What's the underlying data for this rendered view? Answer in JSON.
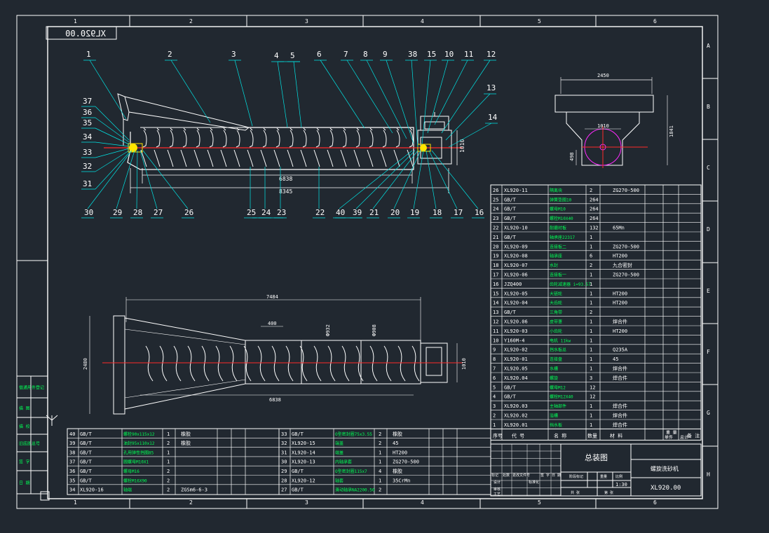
{
  "drawing_number": "XL920.00",
  "drawing_title": "总装图",
  "machine_name": "螺旋洗砂机",
  "scale": "1:30",
  "zone_columns": [
    "1",
    "2",
    "3",
    "4",
    "5",
    "6"
  ],
  "zone_rows": [
    "A",
    "B",
    "C",
    "D",
    "E",
    "F",
    "G",
    "H"
  ],
  "side_view": {
    "balloons_top": [
      "1",
      "2",
      "3",
      "4",
      "5",
      "6",
      "7",
      "8",
      "9",
      "38",
      "15",
      "10",
      "11",
      "12",
      "13",
      "14"
    ],
    "balloons_left": [
      "37",
      "36",
      "35",
      "34",
      "33",
      "32",
      "31"
    ],
    "balloons_bottom": [
      "30",
      "29",
      "28",
      "27",
      "26",
      "25",
      "24",
      "23",
      "22",
      "40",
      "39",
      "21",
      "20",
      "19",
      "18",
      "17",
      "16"
    ],
    "dim_inner": "6838",
    "dim_overall": "8345",
    "dim_height": "1010"
  },
  "end_view": {
    "dim_width": "2450",
    "dim_dia": "1010",
    "dim_height": "1841",
    "dim_small": "498"
  },
  "plan_view": {
    "dim_length": "7484",
    "dim_pitch": "400",
    "dim_a": "Ф932",
    "dim_b": "Ф908",
    "dim_width": "2480",
    "dim_lower": "6838",
    "dim_right": "1010"
  },
  "bom_right": {
    "rows": [
      [
        "26",
        "XL920-11",
        "隔离块",
        "2",
        "ZG270-500",
        ""
      ],
      [
        "25",
        "GB/T",
        "弹簧垫圈10",
        "264",
        "",
        ""
      ],
      [
        "24",
        "GB/T",
        "螺母M10",
        "264",
        "",
        ""
      ],
      [
        "23",
        "GB/T",
        "螺栓M10X40",
        "264",
        "",
        ""
      ],
      [
        "22",
        "XL920-10",
        "耐磨衬板",
        "132",
        "65Mn",
        ""
      ],
      [
        "21",
        "GB/T",
        "轴承座22317",
        "1",
        "",
        ""
      ],
      [
        "20",
        "XL920-09",
        "连接板二",
        "1",
        "ZG270-500",
        ""
      ],
      [
        "19",
        "XL920-08",
        "轴承座",
        "6",
        "HT200",
        ""
      ],
      [
        "18",
        "XL920-07",
        "水封",
        "2",
        "九合密封",
        ""
      ],
      [
        "17",
        "XL920-06",
        "连接板一",
        "1",
        "ZG270-500",
        ""
      ],
      [
        "16",
        "JZQ400",
        "齿轮减速器 i=93.57",
        "1",
        "",
        ""
      ],
      [
        "15",
        "XL920-05",
        "大链轮",
        "1",
        "HT200",
        ""
      ],
      [
        "14",
        "XL920-04",
        "大齿轮",
        "1",
        "HT200",
        ""
      ],
      [
        "13",
        "GB/T",
        "三角带",
        "2",
        "",
        ""
      ],
      [
        "12",
        "XL920.06",
        "皮带罩",
        "1",
        "焊合件",
        ""
      ],
      [
        "11",
        "XL920-03",
        "小齿轮",
        "1",
        "HT200",
        ""
      ],
      [
        "10",
        "Y160M-4",
        "电机 11kw",
        "1",
        "",
        ""
      ],
      [
        "9",
        "XL920-02",
        "挡水板总",
        "1",
        "Q235A",
        ""
      ],
      [
        "8",
        "XL920-01",
        "连接盘",
        "1",
        "45",
        ""
      ],
      [
        "7",
        "XL920.05",
        "水槽",
        "1",
        "焊合件",
        ""
      ],
      [
        "6",
        "XL920.04",
        "螺旋",
        "3",
        "焊合件",
        ""
      ],
      [
        "5",
        "GB/T",
        "螺母M12",
        "12",
        "",
        ""
      ],
      [
        "4",
        "GB/T",
        "螺栓M12X40",
        "12",
        "",
        ""
      ],
      [
        "3",
        "XL920.03",
        "主轴部件",
        "1",
        "焊合件",
        ""
      ],
      [
        "2",
        "XL920.02",
        "溢槽",
        "1",
        "焊合件",
        ""
      ],
      [
        "1",
        "XL920.01",
        "挡水板",
        "1",
        "焊合件",
        ""
      ]
    ],
    "header": [
      "序号",
      "代 号",
      "名 称",
      "数量",
      "材 料",
      "单件",
      "总计",
      "备 注"
    ],
    "header_sub": "重 量"
  },
  "bom_bottom_left": {
    "rows": [
      [
        "40",
        "GB/T",
        "螺栓90x115x12",
        "1",
        "橡胶"
      ],
      [
        "39",
        "GB/T",
        "油封95x110x12",
        "2",
        "橡胶"
      ],
      [
        "38",
        "GB/T",
        "孔用弹性挡圈85",
        "1",
        ""
      ],
      [
        "37",
        "GB/T",
        "圆螺母M10X1",
        "1",
        ""
      ],
      [
        "36",
        "GB/T",
        "螺母M16",
        "2",
        ""
      ],
      [
        "35",
        "GB/T",
        "螺栓M16X90",
        "2",
        ""
      ],
      [
        "34",
        "XL920-16",
        "轴端",
        "2",
        "ZGSm6-6-3"
      ]
    ]
  },
  "bom_bottom_mid": {
    "rows": [
      [
        "33",
        "GB/T",
        "O型密封圈75x3.55",
        "2",
        "橡胶"
      ],
      [
        "32",
        "XL920-15",
        "端盖",
        "2",
        "45"
      ],
      [
        "31",
        "XL920-14",
        "端盖",
        "1",
        "HT200"
      ],
      [
        "30",
        "XL920-13",
        "内轴承套",
        "1",
        "ZG270-500"
      ],
      [
        "29",
        "GB/T",
        "O型密封圈115x7",
        "4",
        "橡胶"
      ],
      [
        "28",
        "XL920-12",
        "轴套",
        "1",
        "35CrMn"
      ],
      [
        "27",
        "GB/T",
        "滑动轴承NA2200.50",
        "2",
        ""
      ]
    ]
  },
  "left_strip": [
    "借通用件登记",
    "描 图",
    "描 校",
    "旧底图总号",
    "签 字",
    "日 期"
  ],
  "title_block": {
    "cells": [
      "标记",
      "处数",
      "更改文件号",
      "签 字",
      "日 期",
      "设计",
      "标准化",
      "审核",
      "工艺",
      "阶段标记",
      "重量",
      "比例",
      "共 张",
      "第 张"
    ]
  },
  "colors": {
    "background": "#212830",
    "frame": "#ffffff",
    "cyan": "#00e5e5",
    "red": "#ff2a2a",
    "yellow": "#ffe600",
    "magenta": "#ff2aff",
    "green": "#00ff55"
  }
}
